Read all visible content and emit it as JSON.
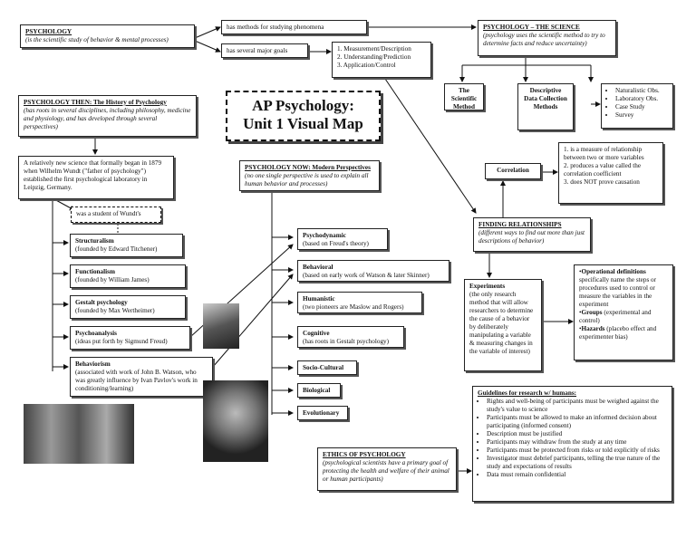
{
  "title": {
    "line1": "AP Psychology:",
    "line2": "Unit 1 Visual Map"
  },
  "psych": {
    "heading": "PSYCHOLOGY",
    "desc": "(is the scientific study of behavior & mental processes)"
  },
  "methods": "has methods for studying phenomena",
  "goals": "has several major goals",
  "goals_list": [
    "1. Measurement/Description",
    "2. Understanding/Prediction",
    "3. Application/Control"
  ],
  "science": {
    "heading": "PSYCHOLOGY – THE SCIENCE",
    "desc": "(psychology uses the scientific method to try to determine facts and reduce uncertainty)"
  },
  "sci_method": "The Scientific Method",
  "desc_methods": "Descriptive Data Collection Methods",
  "desc_list": [
    "Naturalistic Obs.",
    "Laboratory Obs.",
    "Case Study",
    "Survey"
  ],
  "then": {
    "heading": "PSYCHOLOGY THEN: The History of Psychology",
    "desc": "(has roots in several disciplines, including philosophy, medicine and physiology, and has developed through several perspectives)"
  },
  "wundt": "A relatively new science that formally began in 1879 when Wilhelm Wundt (\"father of psychology\") established the first psychological laboratory in Leipzig, Germany.",
  "student": "was a student of Wundt's",
  "history": [
    {
      "name": "Structuralism",
      "desc": "(founded by Edward Titchener)"
    },
    {
      "name": "Functionalism",
      "desc": "(founded by William James)"
    },
    {
      "name": "Gestalt psychology",
      "desc": "(founded by Max Wertheimer)"
    },
    {
      "name": "Psychoanalysis",
      "desc": "(ideas put forth by Sigmund Freud)"
    },
    {
      "name": "Behaviorism",
      "desc": "(associated with work of John B. Watson, who was greatly influence by Ivan Pavlov's work in conditioning/learning)"
    }
  ],
  "now": {
    "heading": "PSYCHOLOGY NOW: Modern Perspectives",
    "desc": "(no one single perspective is used to explain all human behavior and processes)"
  },
  "modern": [
    {
      "name": "Psychodynamic",
      "desc": "(based on Freud's theory)"
    },
    {
      "name": "Behavioral",
      "desc": "(based on early work of Watson & later Skinner)"
    },
    {
      "name": "Humanistic",
      "desc": "(two pioneers are Maslow and Rogers)"
    },
    {
      "name": "Cognitive",
      "desc": "(has roots in Gestalt psychology)"
    },
    {
      "name": "Socio-Cultural",
      "desc": ""
    },
    {
      "name": "Biological",
      "desc": ""
    },
    {
      "name": "Evolutionary",
      "desc": ""
    }
  ],
  "correlation": "Correlation",
  "corr_list": [
    "1. is a measure of relationship between two or more variables",
    "2. produces a value called the correlation coefficient",
    "3. does NOT prove causation"
  ],
  "finding": {
    "heading": "FINDING RELATIONSHIPS",
    "desc": "(different ways to find out more than just descriptions of behavior)"
  },
  "experiments": {
    "heading": "Experiments",
    "desc": "(the only research method that will allow researchers to determine the cause of a behavior by deliberately manipulating a variable & measuring changes in the variable of interest)"
  },
  "exp_terms": [
    {
      "term": "Operational definitions",
      "desc": "specifically name the steps or procedures used to control or measure the variables in the experiment"
    },
    {
      "term": "Groups",
      "desc": "(experimental and control)"
    },
    {
      "term": "Hazards",
      "desc": "(placebo effect and experimenter bias)"
    }
  ],
  "ethics": {
    "heading": "ETHICS OF PSYCHOLOGY",
    "desc": "(psychological scientists have a primary goal of protecting the health and welfare of their animal or human participants)"
  },
  "guidelines": {
    "heading": "Guidelines for research w/ humans:",
    "items": [
      "Rights and well-being of participants must be weighed against the study's value to science",
      "Participants must be allowed to make an informed decision about participating (informed consent)",
      "Description must be justified",
      "Participants may withdraw from the study at any time",
      "Participants must be protected from risks or told explicitly of risks",
      "Investigator must debrief participants, telling the true nature of the study and expectations of results",
      "Data must remain confidential"
    ]
  }
}
